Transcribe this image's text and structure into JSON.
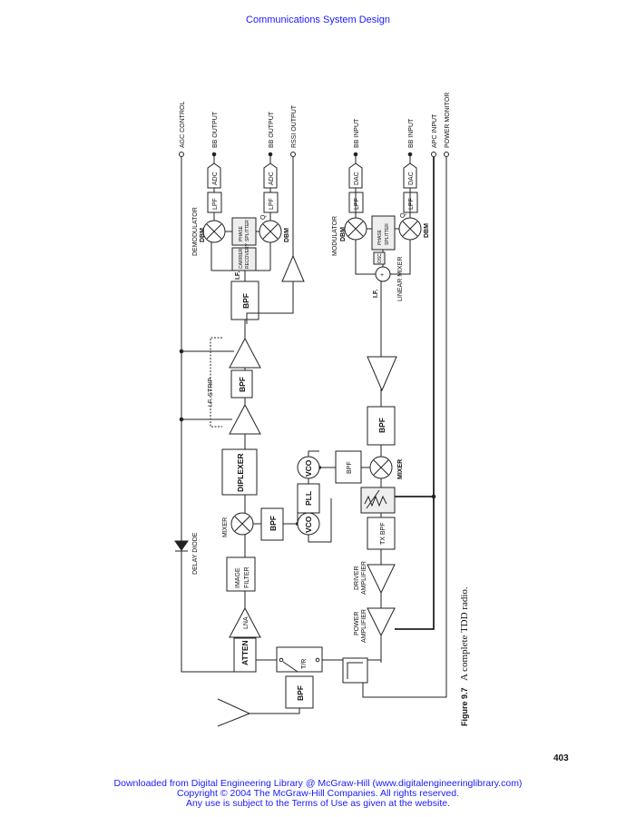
{
  "header": {
    "title": "Communications System Design"
  },
  "page_number": "403",
  "footer": {
    "line1": "Downloaded from Digital Engineering Library @ McGraw-Hill (www.digitalengineeringlibrary.com)",
    "line2": "Copyright © 2004 The McGraw-Hill Companies. All rights reserved.",
    "line3": "Any use is subject to the Terms of Use as given at the website."
  },
  "figure": {
    "number": "Figure 9.7",
    "caption": "A complete TDD radio.",
    "ports": {
      "agc": "AGC CONTROL",
      "bb_out": "BB OUTPUT",
      "rssi": "RSSI OUTPUT",
      "bb_in": "BB INPUT",
      "apc": "APC INPUT",
      "power_monitor": "POWER MONITOR"
    },
    "labels": {
      "demodulator": "DEMODULATOR",
      "modulator": "MODULATOR",
      "dbm": "DBM",
      "if": "I.F.",
      "q": "Q",
      "if_strip": "I.F. STRIP",
      "delay_diode": "DELAY DIODE",
      "mixer": "MIXER",
      "linear_mixer": "LINEAR MIXER",
      "driver_amp_1": "DRIVER",
      "driver_amp_2": "AMPLIFIER",
      "power_amp_1": "POWER",
      "power_amp_2": "AMPLIFIER"
    },
    "blocks": {
      "bpf": "BPF",
      "lpf": "LPF",
      "adc": "ADC",
      "dac": "DAC",
      "phase_1": "PHASE",
      "phase_2": "SPLITTER",
      "carrier_1": "CARRIER",
      "carrier_2": "RECOVERY",
      "osc": "OSC",
      "diplexer": "DIPLEXER",
      "image_1": "IMAGE",
      "image_2": "FILTER",
      "lna": "LNA",
      "atten": "ATTEN",
      "tr": "T/R",
      "vco": "VCO",
      "pll": "PLL",
      "tx_bpf": "TX BPF",
      "plus": "+"
    }
  }
}
